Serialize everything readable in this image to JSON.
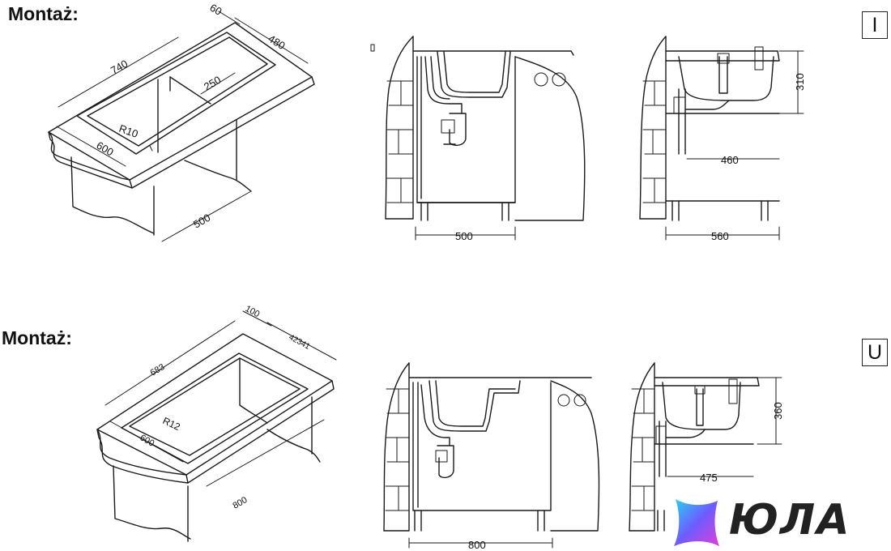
{
  "section_top": {
    "heading": "Montaż:",
    "variant_label": "I",
    "iso_dims": [
      "740",
      "60",
      "480",
      "250",
      "R10",
      "600",
      "500"
    ],
    "front_dim": "500",
    "side_dims": [
      "310",
      "460",
      "560"
    ]
  },
  "section_bottom": {
    "heading": "Montaż:",
    "variant_label": "U",
    "iso_dims": [
      "683",
      "100",
      "42341",
      "R12",
      "600",
      "800"
    ],
    "front_dim": "800",
    "side_dims": [
      "360",
      "475"
    ]
  },
  "brand": {
    "logo_text": "ЮЛА",
    "colors": {
      "gradient_start": "#27d3f2",
      "gradient_mid": "#6d5cff",
      "gradient_end": "#e23dd9"
    }
  }
}
